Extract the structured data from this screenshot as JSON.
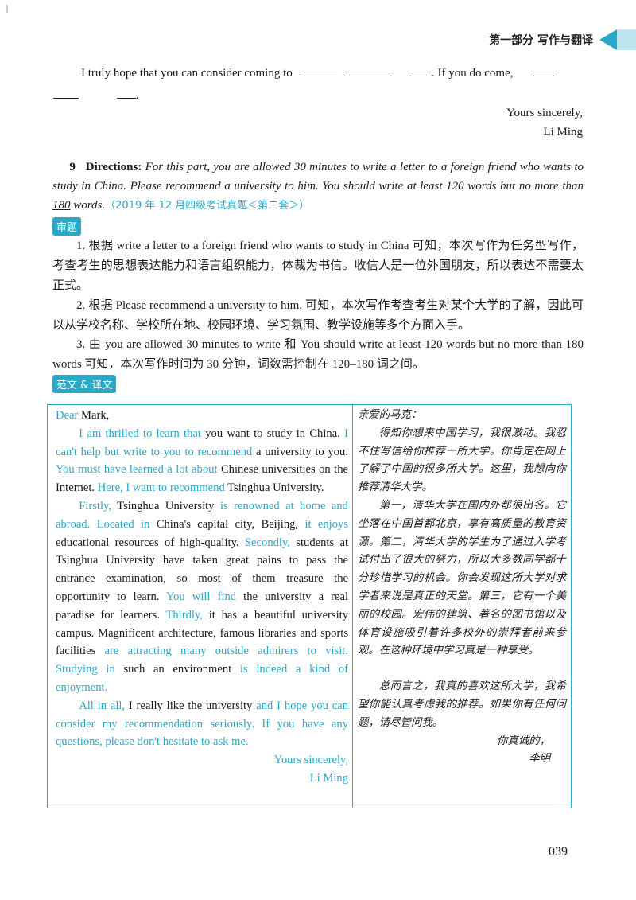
{
  "header": {
    "title": "第一部分  写作与翻译"
  },
  "prev_letter": {
    "line1_a": "I truly hope that you can consider coming to",
    "line1_b": ". If you do come,",
    "closing": "Yours sincerely,",
    "signature": "Li Ming"
  },
  "question": {
    "number": "9",
    "directions_label": "Directions:",
    "directions_text": "For this part, you are allowed 30 minutes to write a letter to a foreign friend who wants to study in China. Please recommend a university to him. You should write at least 120 words but no more than",
    "underlined": "180",
    "after_underlined": "words.",
    "source": "（2019 年 12 月四级考试真题＜第二套＞）"
  },
  "tags": {
    "analysis": "审题",
    "sample": "范文 & 译文"
  },
  "analysis": {
    "p1": "1. 根据 write a letter to a foreign friend who wants to study in China 可知，本次写作为任务型写作，考查考生的思想表达能力和语言组织能力，体裁为书信。收信人是一位外国朋友，所以表达不需要太正式。",
    "p2": "2. 根据 Please recommend a university to him. 可知，本次写作考查考生对某个大学的了解，因此可以从学校名称、学校所在地、校园环境、学习氛围、教学设施等多个方面入手。",
    "p3": "3. 由 you are allowed 30 minutes to write 和 You should write at least 120 words but no more than 180 words 可知，本次写作时间为 30 分钟，词数需控制在 120–180 词之间。"
  },
  "sample_en": {
    "greet_a": "Dear",
    "greet_b": " Mark,",
    "p1": [
      {
        "t": "I am thrilled to learn that",
        "c": 1
      },
      {
        "t": " you want to study in China. ",
        "c": 0
      },
      {
        "t": "I can't help but write to you to recommend",
        "c": 1
      },
      {
        "t": " a university to you. ",
        "c": 0
      },
      {
        "t": "You must have learned a lot about",
        "c": 1
      },
      {
        "t": " Chinese universities on the Internet. ",
        "c": 0
      },
      {
        "t": "Here, I want to recommend",
        "c": 1
      },
      {
        "t": " Tsinghua University.",
        "c": 0
      }
    ],
    "p2": [
      {
        "t": "Firstly,",
        "c": 1
      },
      {
        "t": " Tsinghua University ",
        "c": 0
      },
      {
        "t": "is renowned at home and abroad.",
        "c": 1
      },
      {
        "t": " ",
        "c": 0
      },
      {
        "t": "Located in",
        "c": 1
      },
      {
        "t": " China's capital city, Beijing, ",
        "c": 0
      },
      {
        "t": "it enjoys",
        "c": 1
      },
      {
        "t": " educational resources of high-quality. ",
        "c": 0
      },
      {
        "t": "Secondly,",
        "c": 1
      },
      {
        "t": " students at Tsinghua University have taken great pains to pass the entrance examination, so most of them treasure the opportunity to learn. ",
        "c": 0
      },
      {
        "t": "You will find",
        "c": 1
      },
      {
        "t": " the university a real paradise for learners. ",
        "c": 0
      },
      {
        "t": "Thirdly,",
        "c": 1
      },
      {
        "t": " it has a beautiful university campus. Magnificent architecture, famous libraries and sports facilities ",
        "c": 0
      },
      {
        "t": "are attracting many outside admirers to visit. Studying in",
        "c": 1
      },
      {
        "t": " such an environment ",
        "c": 0
      },
      {
        "t": "is indeed a kind of enjoyment.",
        "c": 1
      }
    ],
    "p3": [
      {
        "t": "All in all,",
        "c": 1
      },
      {
        "t": " I really like the university ",
        "c": 0
      },
      {
        "t": "and I hope you can consider my recommendation seriously. If you have any questions, please don't hesitate to ask me.",
        "c": 1
      }
    ],
    "closing": "Yours sincerely,",
    "signature": "Li Ming"
  },
  "sample_zh": {
    "greet": "亲爱的马克：",
    "p1": "得知你想来中国学习，我很激动。我忍不住写信给你推荐一所大学。你肯定在网上了解了中国的很多所大学。这里，我想向你推荐清华大学。",
    "p2": "第一，清华大学在国内外都很出名。它坐落在中国首都北京，享有高质量的教育资源。第二，清华大学的学生为了通过入学考试付出了很大的努力，所以大多数同学都十分珍惜学习的机会。你会发现这所大学对求学者来说是真正的天堂。第三，它有一个美丽的校园。宏伟的建筑、著名的图书馆以及体育设施吸引着许多校外的崇拜者前来参观。在这种环境中学习真是一种享受。",
    "p3": "总而言之，我真的喜欢这所大学，我希望你能认真考虑我的推荐。如果你有任何问题，请尽管问我。",
    "closing": "你真诚的，",
    "signature": "李明"
  },
  "page_number": "039",
  "colors": {
    "accent": "#2aa8c6",
    "accent_light": "#bfe6f0"
  }
}
